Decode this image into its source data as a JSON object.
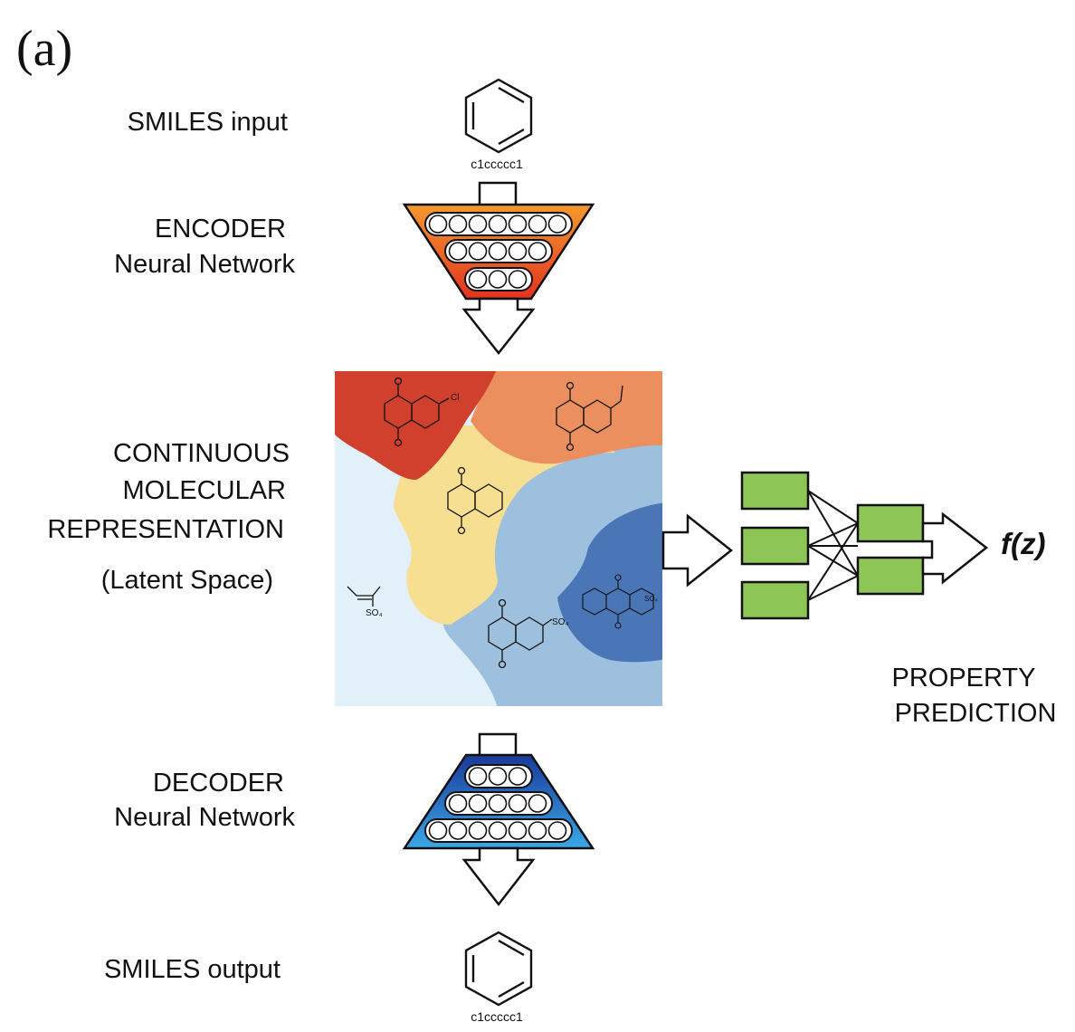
{
  "panel_label": "(a)",
  "labels": {
    "smiles_input": "SMILES input",
    "encoder_line1": "ENCODER",
    "encoder_line2": "Neural Network",
    "latent_line1": "CONTINUOUS",
    "latent_line2": "MOLECULAR",
    "latent_line3": "REPRESENTATION",
    "latent_line4": "(Latent Space)",
    "decoder_line1": "DECODER",
    "decoder_line2": "Neural Network",
    "smiles_output": "SMILES output",
    "property_line1": "PROPERTY",
    "property_line2": "PREDICTION",
    "output_function": "f(z)"
  },
  "smiles": {
    "input": "c1ccccc1",
    "output": "c1ccccc1"
  },
  "latent_substituents": {
    "top_left": "Cl",
    "right_dark": "SO₄",
    "bottom_center": "SO₄",
    "left_pale": "SO₄"
  },
  "colors": {
    "encoder_top": "#f39a2e",
    "encoder_bottom": "#e3331f",
    "decoder_top": "#1a3a9a",
    "decoder_bottom": "#3aa8e8",
    "region_red": "#d0402c",
    "region_orange": "#ea8f5d",
    "region_yellow": "#f7df91",
    "region_pale_blue": "#e2f1f9",
    "region_mid_blue": "#9ec0df",
    "region_dark_blue": "#4a76b7",
    "predictor_green": "#8dc556"
  }
}
